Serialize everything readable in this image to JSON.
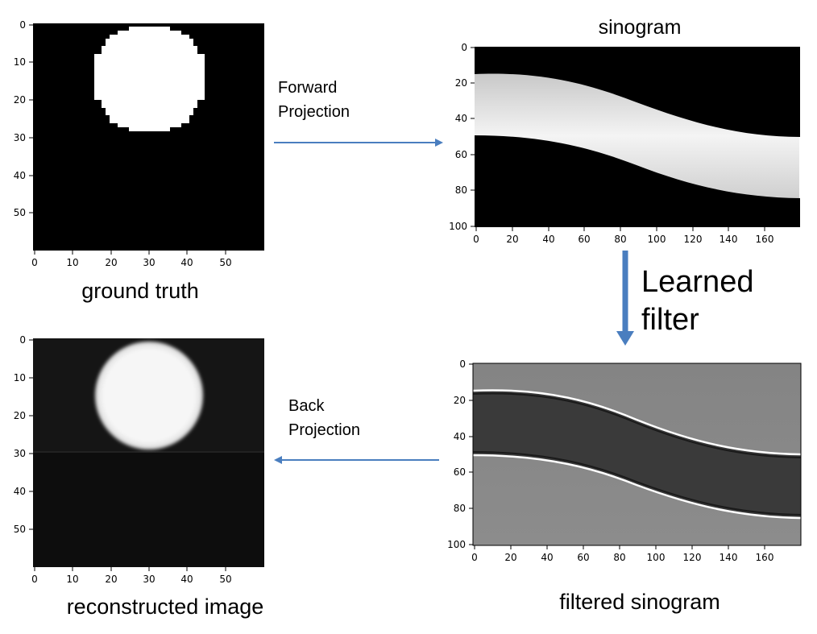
{
  "panels": {
    "ground_truth": {
      "caption": "ground truth",
      "x_ticks": [
        "0",
        "10",
        "20",
        "30",
        "40",
        "50"
      ],
      "y_ticks": [
        "0",
        "10",
        "20",
        "30",
        "40",
        "50"
      ]
    },
    "sinogram": {
      "title": "sinogram",
      "x_ticks": [
        "0",
        "20",
        "40",
        "60",
        "80",
        "100",
        "120",
        "140",
        "160"
      ],
      "y_ticks": [
        "0",
        "20",
        "40",
        "60",
        "80",
        "100"
      ]
    },
    "filtered_sinogram": {
      "caption": "filtered sinogram",
      "x_ticks": [
        "0",
        "20",
        "40",
        "60",
        "80",
        "100",
        "120",
        "140",
        "160"
      ],
      "y_ticks": [
        "0",
        "20",
        "40",
        "60",
        "80",
        "100"
      ]
    },
    "reconstructed": {
      "caption": "reconstructed image",
      "x_ticks": [
        "0",
        "10",
        "20",
        "30",
        "40",
        "50"
      ],
      "y_ticks": [
        "0",
        "10",
        "20",
        "30",
        "40",
        "50"
      ]
    }
  },
  "arrows": {
    "forward": {
      "line1": "Forward",
      "line2": "Projection"
    },
    "learned": {
      "line1": "Learned",
      "line2": "filter"
    },
    "back": {
      "line1": "Back",
      "line2": "Projection"
    }
  },
  "colors": {
    "arrow": "#4a7ebf",
    "image_bg": "#000000",
    "filtered_bg": "#7f7f7f"
  }
}
